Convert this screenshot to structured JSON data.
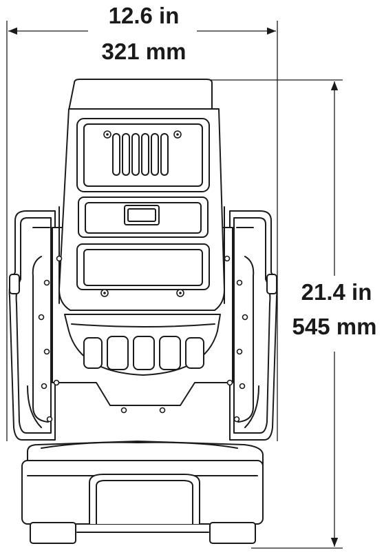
{
  "dimensions": {
    "width": {
      "inches": "12.6 in",
      "millimeters": "321 mm"
    },
    "height": {
      "inches": "21.4 in",
      "millimeters": "545 mm"
    }
  },
  "colors": {
    "line": "#1a1a1a",
    "background": "#ffffff"
  }
}
